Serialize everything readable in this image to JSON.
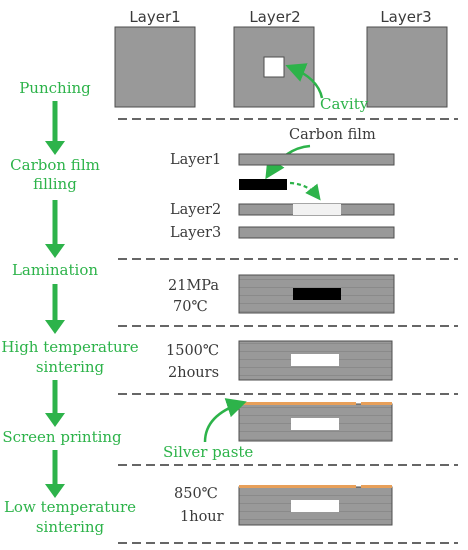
{
  "top_labels": [
    "Layer1",
    "Layer2",
    "Layer3"
  ],
  "steps": [
    {
      "label_lines": [
        "Punching"
      ]
    },
    {
      "label_lines": [
        "Carbon film",
        "filling"
      ]
    },
    {
      "label_lines": [
        "Lamination"
      ]
    },
    {
      "label_lines": [
        "High temperature",
        "sintering"
      ]
    },
    {
      "label_lines": [
        "Screen printing"
      ]
    },
    {
      "label_lines": [
        "Low temperature",
        "sintering"
      ]
    }
  ],
  "annotations": {
    "cavity": "Cavity",
    "carbon_film": "Carbon film",
    "silver_paste": "Silver paste"
  },
  "stage2_layers": [
    "Layer1",
    "Layer2",
    "Layer3"
  ],
  "conditions": {
    "lamination": [
      "21MPa",
      "70℃"
    ],
    "high_temp": [
      "1500℃",
      "2hours"
    ],
    "low_temp": [
      "850℃",
      "1hour"
    ]
  },
  "colors": {
    "green": "#2db34a",
    "layer_gray": "#999999",
    "layer_edge": "#4d4d4d",
    "carbon": "#000000",
    "silver_paste": "#e8a05a",
    "cavity": "#ffffff",
    "divider": "#333333"
  }
}
